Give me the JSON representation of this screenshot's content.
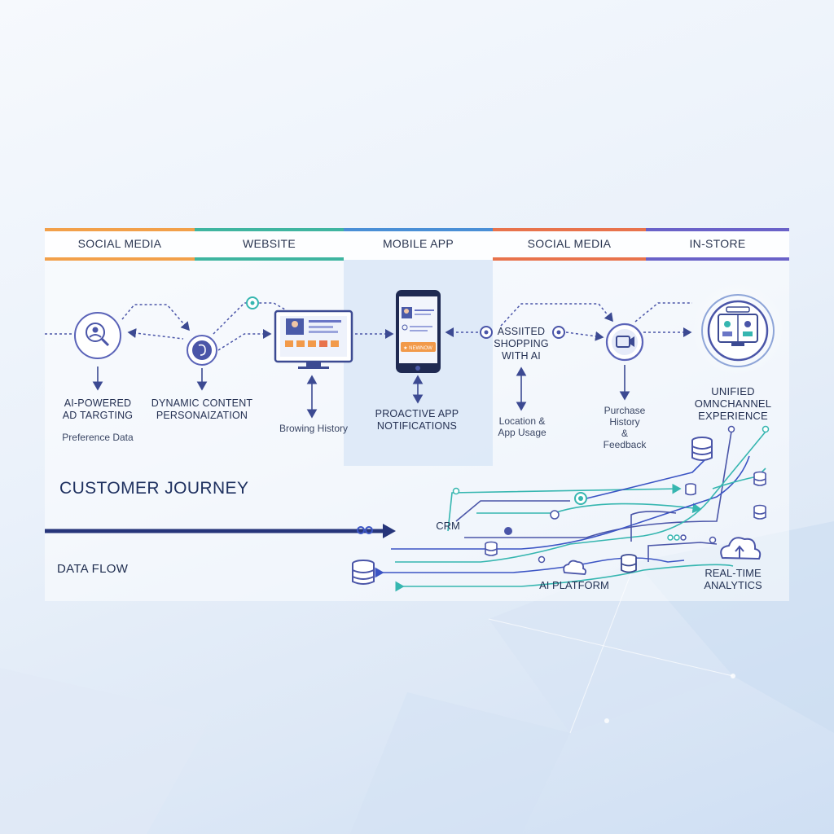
{
  "headers": [
    {
      "label": "SOCIAL MEDIA",
      "color": "#f2a04a"
    },
    {
      "label": "WEBSITE",
      "color": "#3fb5a0"
    },
    {
      "label": "MOBILE APP",
      "color": "#4a8fd6"
    },
    {
      "label": "SOCIAL MEDIA",
      "color": "#e8734c"
    },
    {
      "label": "IN-STORE",
      "color": "#6a62c8"
    }
  ],
  "touchpoints": {
    "ad_targeting": "AI-POWERED\nAD TARGTING",
    "preference_data": "Preference Data",
    "personalization": "DYNAMIC CONTENT\nPERSONAIZATION",
    "browsing_history": "Browing History",
    "app_notifications": "PROACTIVE APP\nNOTIFICATIONS",
    "phone_button": "★ NEWNOW",
    "assisted_shopping": "ASSIITED\nSHOPPING\nWITH AI",
    "location_usage": "Location &\nApp Usage",
    "purchase_feedback": "Purchase\nHistory\n&\nFeedback",
    "omnichannel": "UNIFIED\nOMNCHANNEL\nEXPERIENCE"
  },
  "journey_title": "CUSTOMER JOURNEY",
  "data_flow_title": "DATA FLOW",
  "data_nodes": {
    "crm": "CRM",
    "ai_platform": "AI PLATFORM",
    "analytics": "REAL-TIME\nANALYTICS"
  },
  "colors": {
    "accent_indigo": "#4a55a8",
    "arrow_navy": "#26357a",
    "teal": "#36b6b0",
    "panel_highlight": "#dbe7f7"
  },
  "icons": [
    "search-person-icon",
    "face-profile-icon",
    "desktop-monitor-icon",
    "smartphone-icon",
    "chat-bubble-icon",
    "video-camera-icon",
    "store-display-icon",
    "database-icon",
    "cloud-icon"
  ]
}
